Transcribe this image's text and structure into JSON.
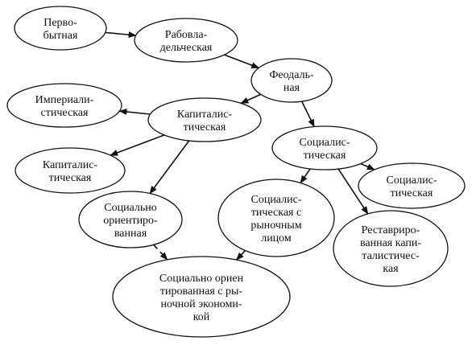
{
  "nodes": {
    "primitive": {
      "lines": [
        "Перво-",
        "бытная"
      ]
    },
    "slave": {
      "lines": [
        "Рабовла-",
        "дельческая"
      ]
    },
    "feudal": {
      "lines": [
        "Феодаль-",
        "ная"
      ]
    },
    "capitalist": {
      "lines": [
        "Капиталис-",
        "тическая"
      ]
    },
    "imperialist": {
      "lines": [
        "Империали-",
        "стическая"
      ]
    },
    "capitalist_2": {
      "lines": [
        "Капиталис-",
        "тическая"
      ]
    },
    "socially_oriented": {
      "lines": [
        "Социально",
        "ориентиро-",
        "ванная"
      ]
    },
    "socialist": {
      "lines": [
        "Социалис-",
        "тическая"
      ]
    },
    "socialist_2": {
      "lines": [
        "Социалис-",
        "тическая"
      ]
    },
    "socialist_market": {
      "lines": [
        "Социалис-",
        "тическая с",
        "рыночным",
        "лицом"
      ]
    },
    "restored_capitalist": {
      "lines": [
        "Реставриро-",
        "ванная капи-",
        "талистичес-",
        "кая"
      ]
    },
    "socially_oriented_market": {
      "lines": [
        "Социально ориен",
        "тированная с ры-",
        "ночной экономи-",
        "кой"
      ]
    }
  },
  "edges": [
    {
      "from": "primitive",
      "to": "slave",
      "style": "solid"
    },
    {
      "from": "slave",
      "to": "feudal",
      "style": "solid"
    },
    {
      "from": "feudal",
      "to": "capitalist",
      "style": "solid"
    },
    {
      "from": "feudal",
      "to": "socialist",
      "style": "solid"
    },
    {
      "from": "capitalist",
      "to": "imperialist",
      "style": "solid"
    },
    {
      "from": "capitalist",
      "to": "capitalist_2",
      "style": "solid"
    },
    {
      "from": "capitalist",
      "to": "socially_oriented",
      "style": "solid"
    },
    {
      "from": "socialist",
      "to": "socialist_2",
      "style": "solid"
    },
    {
      "from": "socialist",
      "to": "socialist_market",
      "style": "solid"
    },
    {
      "from": "socialist",
      "to": "restored_capitalist",
      "style": "solid"
    },
    {
      "from": "socially_oriented",
      "to": "socially_oriented_market",
      "style": "dashed"
    },
    {
      "from": "socialist_market",
      "to": "socially_oriented_market",
      "style": "dashed"
    }
  ]
}
